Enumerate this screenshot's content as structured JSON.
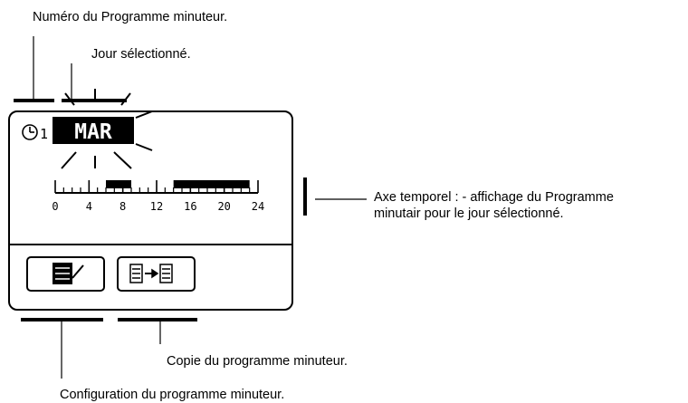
{
  "annotations": {
    "program_number": "Numéro du Programme minuteur.",
    "selected_day": "Jour sélectionné.",
    "time_axis_line1": "Axe temporel : - affichage du Programme",
    "time_axis_line2": "minutair pour le jour sélectionné.",
    "copy_program": "Copie du programme minuteur.",
    "configure_program": "Configuration du programme minuteur."
  },
  "display": {
    "program_number": "1",
    "day": "MAR",
    "time_ticks": [
      "0",
      "4",
      "8",
      "12",
      "16",
      "20",
      "24"
    ],
    "program_segments": [
      [
        6,
        9
      ],
      [
        14,
        23
      ]
    ]
  },
  "icons": {
    "clock": "clock-icon",
    "edit": "edit-program-icon",
    "copy": "copy-program-icon"
  }
}
